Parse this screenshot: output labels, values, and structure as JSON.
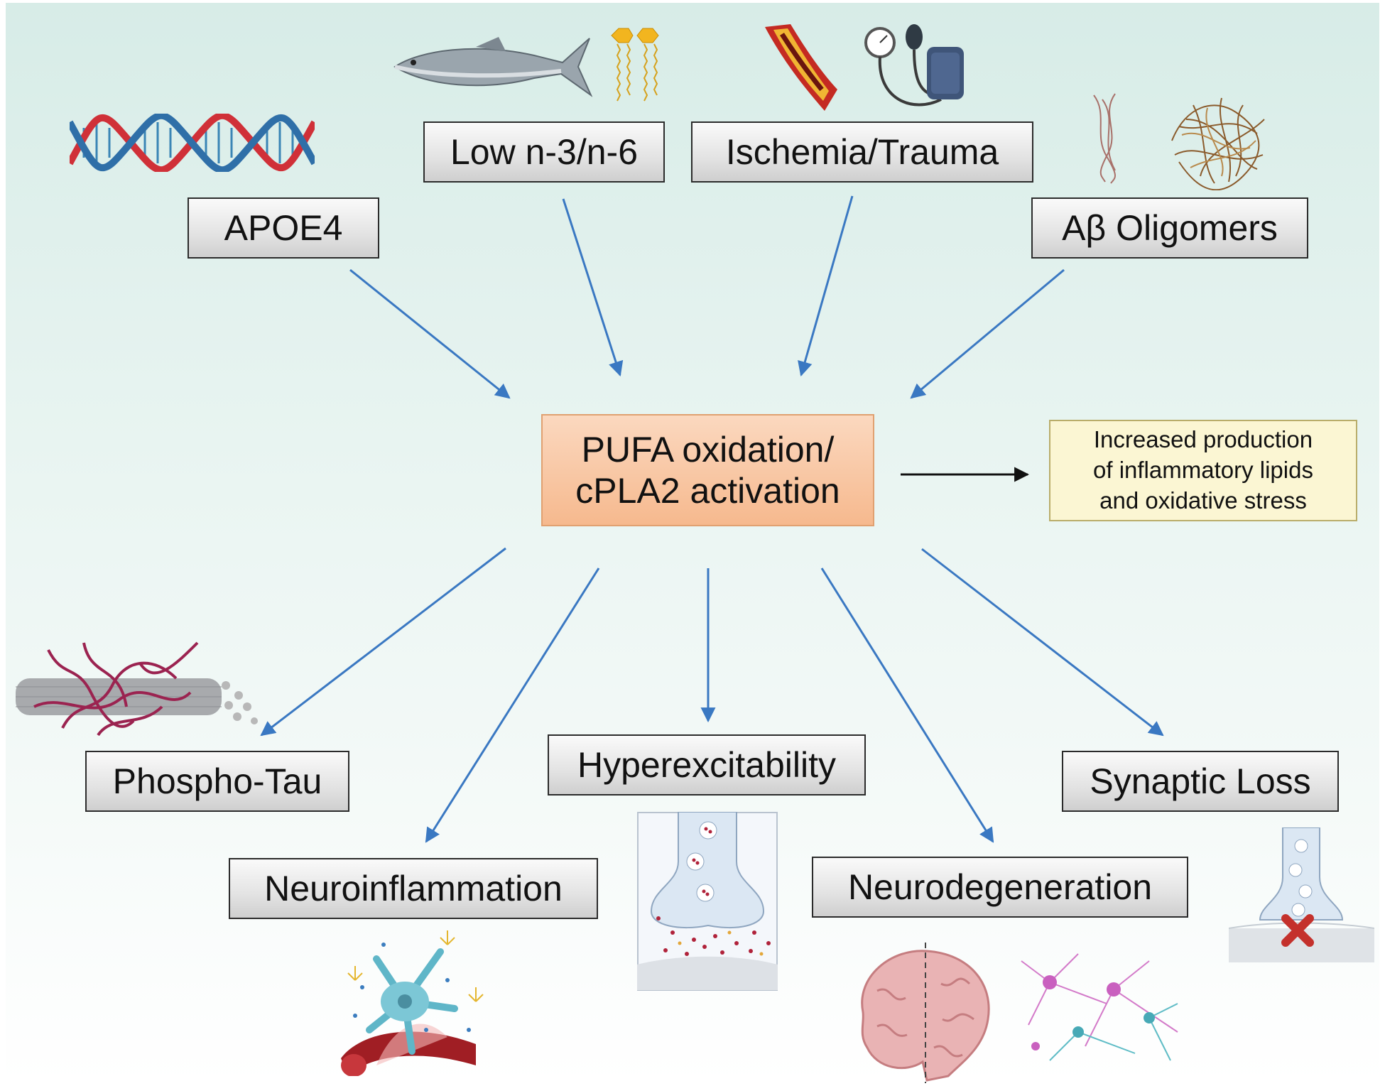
{
  "risk_factors": {
    "apoe4": "APOE4",
    "omega_ratio": "Low n-3/n-6",
    "ischemia": "Ischemia/Trauma",
    "abeta": "Aβ Oligomers"
  },
  "center": {
    "line1": "PUFA oxidation/",
    "line2": "cPLA2 activation"
  },
  "side_note": {
    "line1": "Increased production",
    "line2": "of inflammatory lipids",
    "line3": "and oxidative stress"
  },
  "outcomes": {
    "phospho_tau": "Phospho-Tau",
    "neuroinflammation": "Neuroinflammation",
    "hyperexcitability": "Hyperexcitability",
    "neurodegeneration": "Neurodegeneration",
    "synaptic_loss": "Synaptic Loss"
  },
  "colors": {
    "arrow_blue": "#3a78c2",
    "arrow_black": "#111111",
    "center_fill": "#f6b98e",
    "note_fill": "#fbf6d3",
    "box_fill": "#e3e3e3"
  },
  "icons": [
    "dna-helix-icon",
    "fish-icon",
    "phospholipid-icon",
    "artery-plaque-icon",
    "blood-pressure-cuff-icon",
    "amyloid-fibril-icon",
    "amyloid-plaque-icon",
    "tau-tangle-icon",
    "microglia-vessel-icon",
    "synapse-icon",
    "brain-section-icon",
    "neuron-network-icon",
    "synapse-loss-icon"
  ]
}
